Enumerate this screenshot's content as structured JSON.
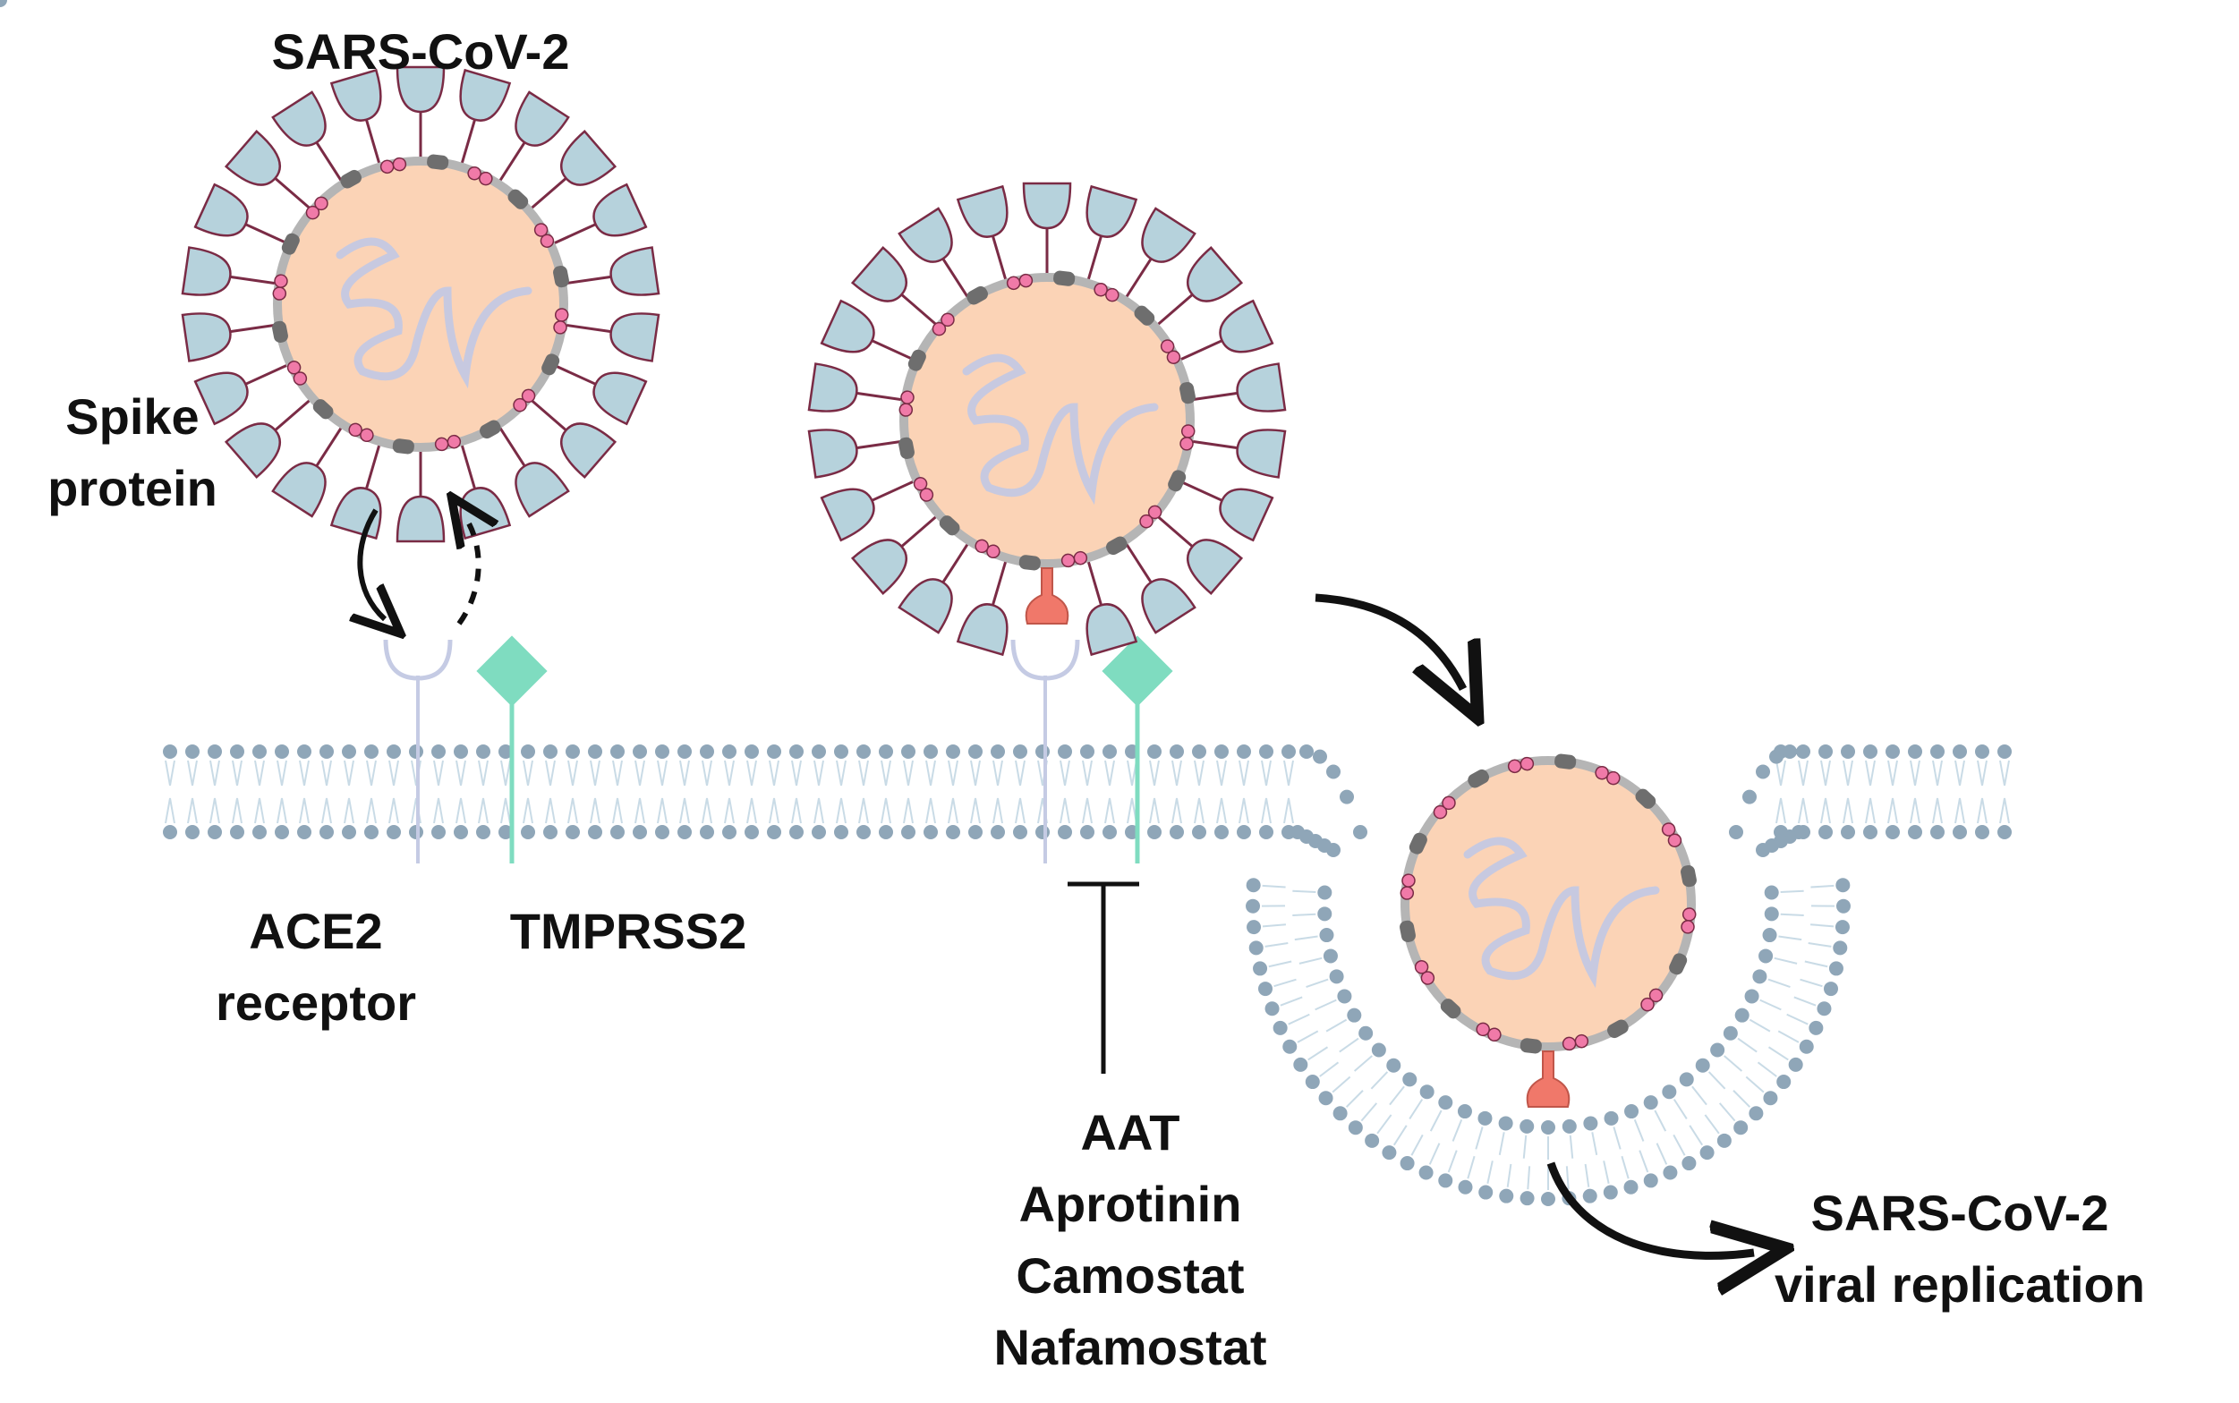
{
  "labels": {
    "virus_title": "SARS-CoV-2",
    "spike_line1": "Spike",
    "spike_line2": "protein",
    "ace2_line1": "ACE2",
    "ace2_line2": "receptor",
    "tmprss2": "TMPRSS2",
    "inhibitors": [
      "AAT",
      "Aprotinin",
      "Camostat",
      "Nafamostat"
    ],
    "result_line1": "SARS-CoV-2",
    "result_line2": "viral replication"
  },
  "colors": {
    "virus_body": "#fbd3b6",
    "virus_envelope": "#b5b5b5",
    "spike_fill": "#b6d2dc",
    "spike_stroke": "#7a2b45",
    "envelope_protein": "#f07aa8",
    "membrane_protein": "#6e6e6e",
    "rna": "#c7c9e0",
    "cleaved_spike": "#f0786a",
    "lipid_head": "#8fa6b8",
    "lipid_tail": "#c9dbe6",
    "ace2": "#c5cbe4",
    "tmprss2": "#7fdcc0",
    "arrow": "#111111"
  }
}
